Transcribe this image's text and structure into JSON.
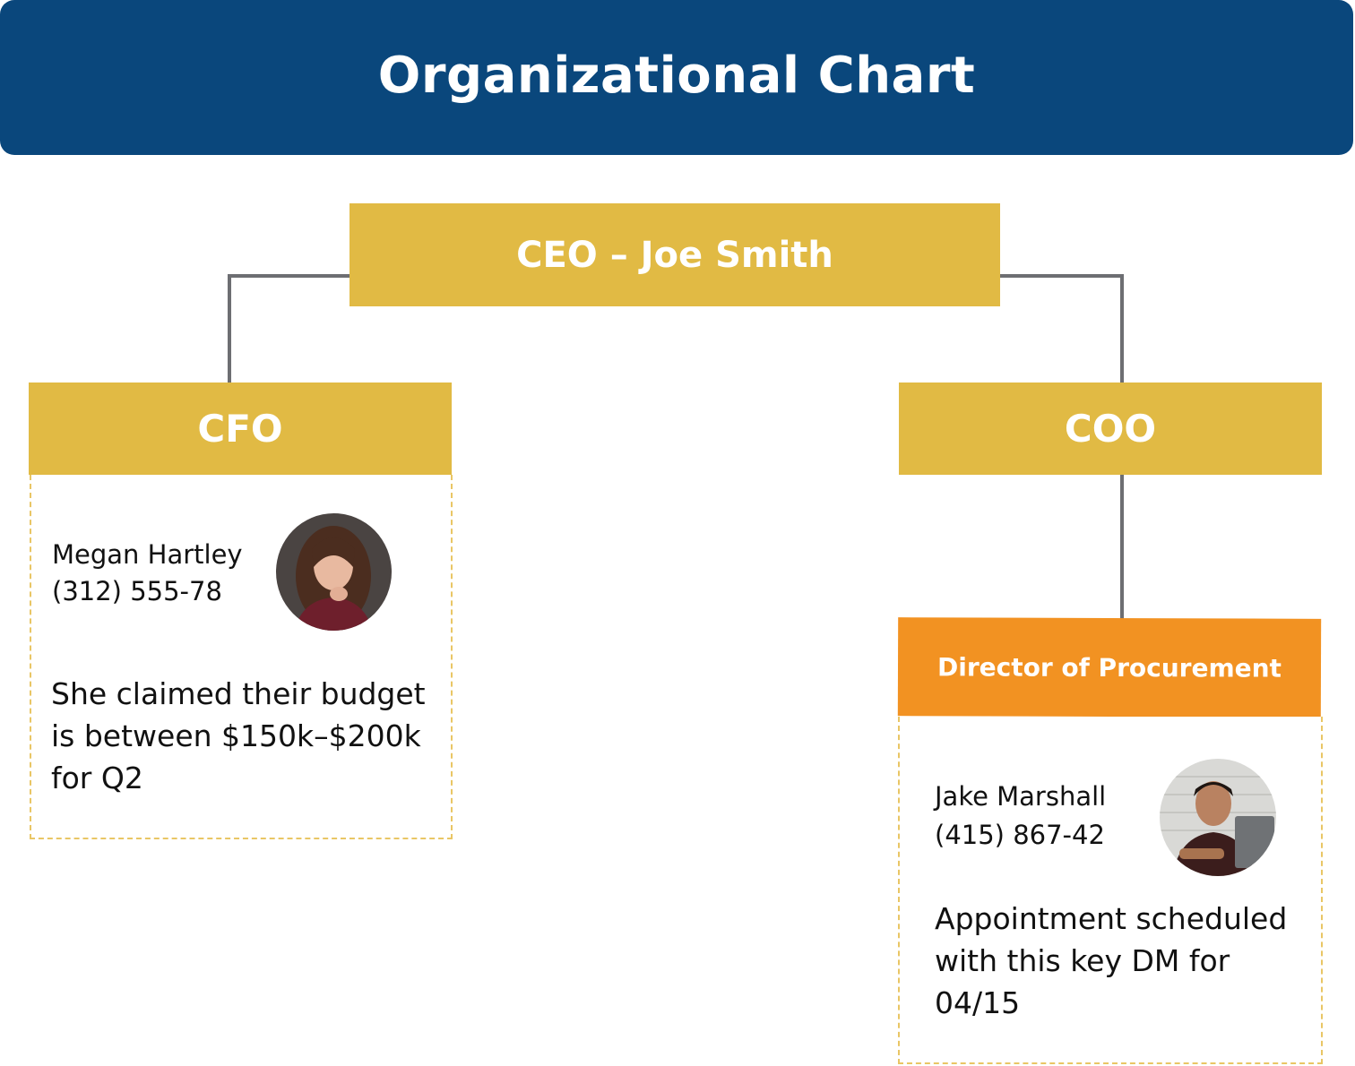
{
  "header": {
    "title": "Organizational Chart"
  },
  "ceo": {
    "label": "CEO – Joe Smith"
  },
  "cfo": {
    "label": "CFO",
    "contact": {
      "name": "Megan Hartley",
      "phone": "(312) 555-78",
      "note": "She claimed their budget is between $150k–$200k for Q2"
    }
  },
  "coo": {
    "label": "COO"
  },
  "director": {
    "label": "Director of Procurement",
    "contact": {
      "name": "Jake Marshall",
      "phone": "(415) 867-42",
      "note": "Appointment scheduled with this key DM for 04/15"
    }
  },
  "colors": {
    "header_bg": "#0a477c",
    "role_box": "#e1ba44",
    "director_box": "#f29222",
    "connector": "#6d6e72",
    "card_border": "#e9c665"
  }
}
